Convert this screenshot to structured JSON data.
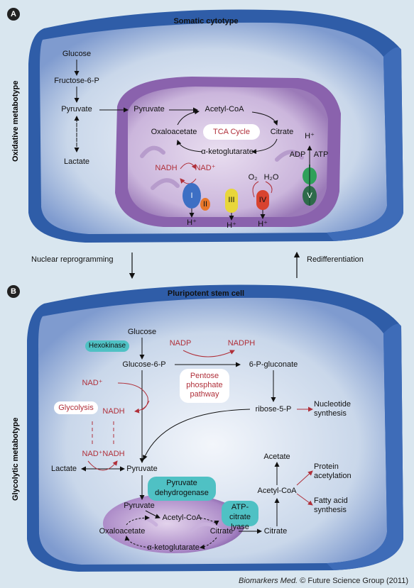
{
  "panel_a": {
    "badge": "A",
    "title": "Somatic cytotype",
    "side_label": "Oxidative metabotype",
    "glucose": "Glucose",
    "fructose": "Fructose-6-P",
    "pyruvate_cyto": "Pyruvate",
    "lactate": "Lactate",
    "pyruvate_mito": "Pyruvate",
    "acetyl_coa": "Acetyl-CoA",
    "oxaloacetate": "Oxaloacetate",
    "tca": "TCA Cycle",
    "citrate": "Citrate",
    "ketoglutarate": "α-ketoglutarate",
    "nadh": "NADH",
    "nad_plus": "NAD⁺",
    "complex_i": "I",
    "complex_ii": "II",
    "complex_iii": "III",
    "complex_iv": "IV",
    "complex_v": "V",
    "h_plus_1": "H⁺",
    "h_plus_3": "H⁺",
    "h_plus_4": "H⁺",
    "h_plus_atp": "H⁺",
    "o2": "O₂",
    "h2o": "H₂O",
    "adp": "ADP",
    "atp": "ATP"
  },
  "transition": {
    "left": "Nuclear reprogramming",
    "right": "Redifferentiation"
  },
  "panel_b": {
    "badge": "B",
    "title": "Pluripotent stem cell",
    "side_label": "Glycolytic metabotype",
    "glucose": "Glucose",
    "hexokinase": "Hexokinase",
    "glucose6p": "Glucose-6-P",
    "nadp": "NADP",
    "nadph": "NADPH",
    "six_p_gluconate": "6-P-gluconate",
    "pentose": "Pentose phosphate pathway",
    "nad_plus_top": "NAD⁺",
    "nadh_top": "NADH",
    "glycolysis": "Glycolysis",
    "ribose": "ribose-5-P",
    "nucleotide": "Nucleotide synthesis",
    "nad_plus_bottom": "NAD⁺",
    "nadh_bottom": "NADH",
    "lactate": "Lactate",
    "pyruvate": "Pyruvate",
    "pdh": "Pyruvate dehydrogenase",
    "acetate": "Acetate",
    "protein": "Protein acetylation",
    "acetyl_coa_cyto": "Acetyl-CoA",
    "fatty_acid": "Fatty acid synthesis",
    "atp_citrate_lyase": "ATP-citrate lyase",
    "pyruvate_mito": "Pyruvate",
    "acetyl_coa_mito": "Acetyl-CoA",
    "oxaloacetate": "Oxaloacetate",
    "citrate_mito": "Citrate",
    "citrate_cyto": "Citrate",
    "ketoglutarate": "α-ketoglutarate"
  },
  "footer": {
    "journal": "Biomarkers Med.",
    "copyright": "© Future Science Group (2011)"
  }
}
